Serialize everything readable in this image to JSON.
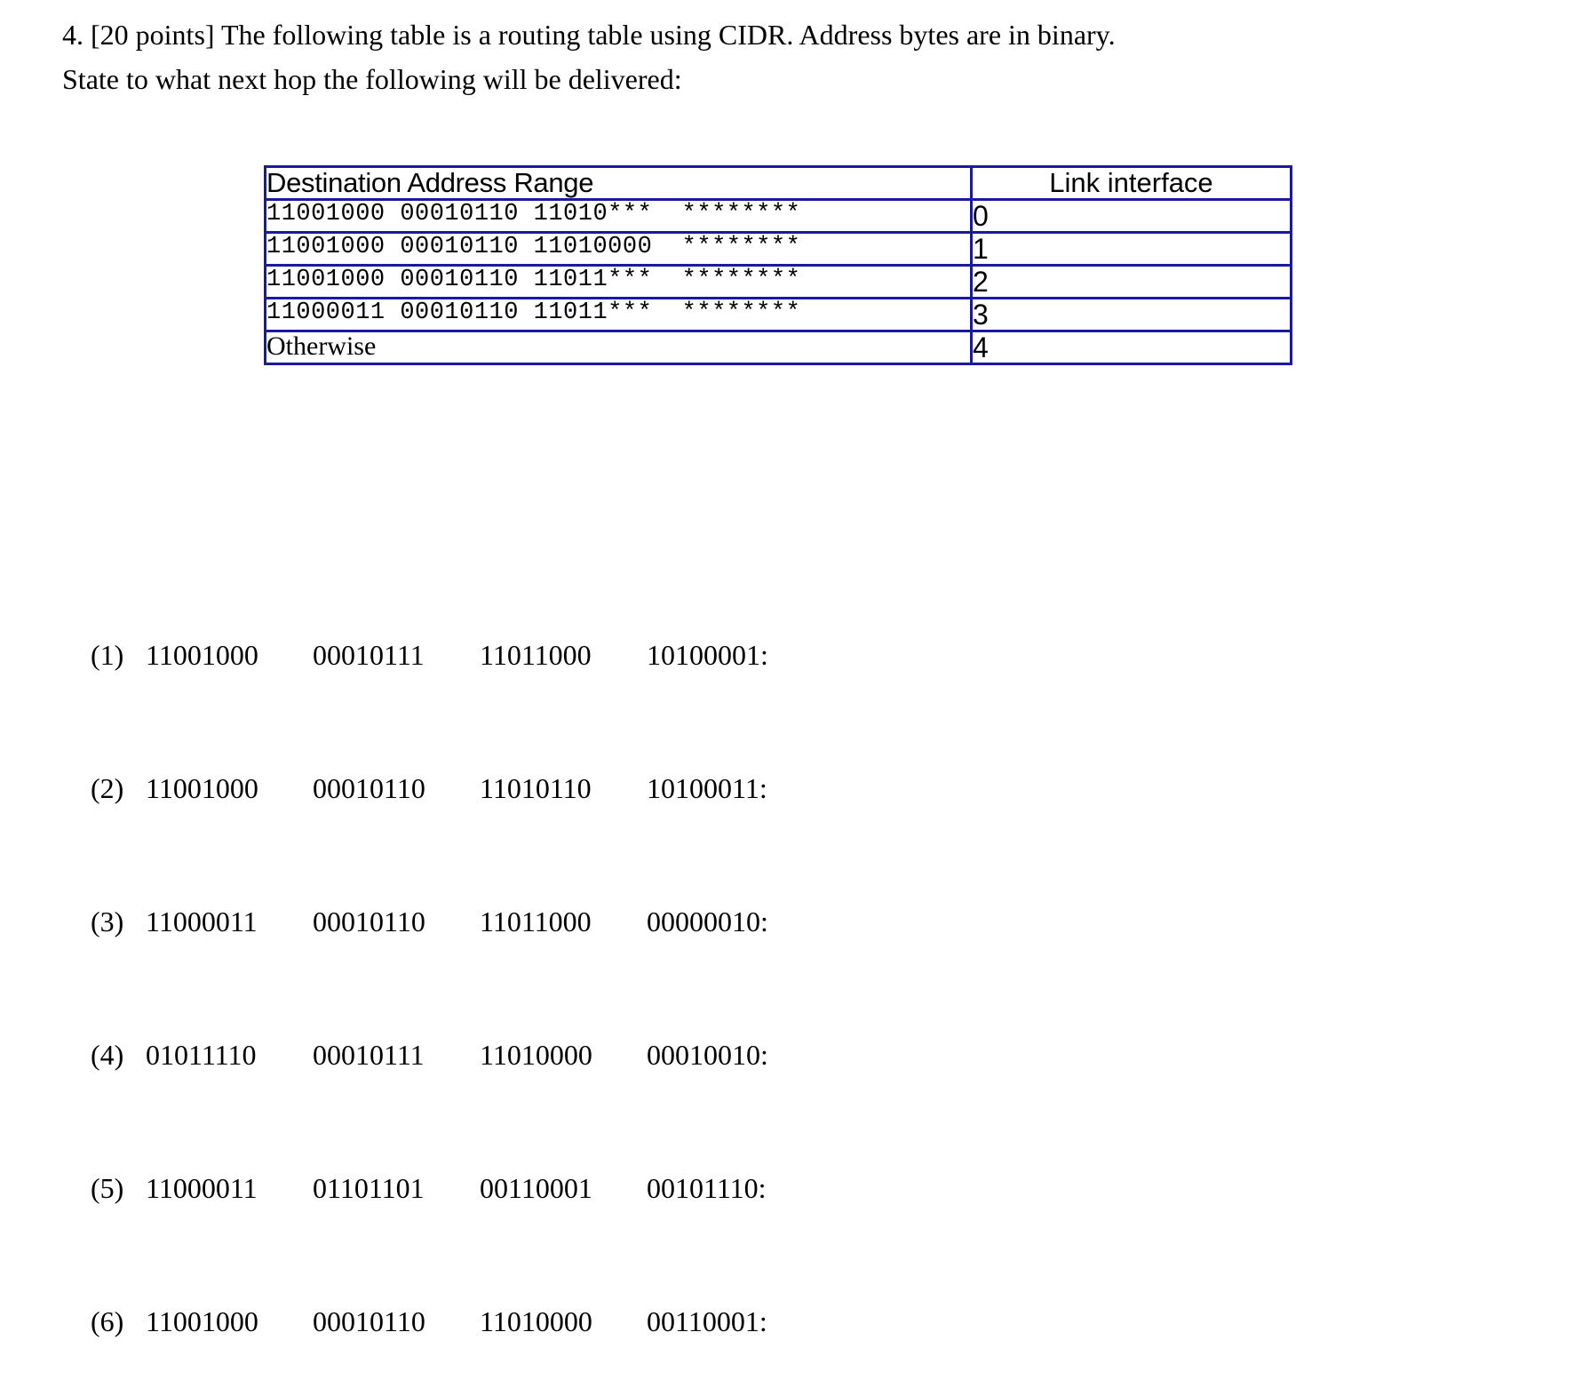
{
  "question": {
    "lines": [
      "4. [20 points] The following table is a routing table using CIDR. Address bytes are in binary.",
      "State to what next hop the following will be delivered:"
    ]
  },
  "routing_table": {
    "headers": {
      "destination": "Destination Address Range",
      "link": "Link interface"
    },
    "rows": [
      {
        "range": "11001000 00010110 11010***  ********",
        "link": "0",
        "type": "binary"
      },
      {
        "range": "11001000 00010110 11010000  ********",
        "link": "1",
        "type": "binary"
      },
      {
        "range": "11001000 00010110 11011***  ********",
        "link": "2",
        "type": "binary"
      },
      {
        "range": "11000011 00010110 11011***  ********",
        "link": "3",
        "type": "binary"
      },
      {
        "range": "Otherwise",
        "link": "4",
        "type": "text"
      }
    ],
    "border_color": "#1a1a9c"
  },
  "address_list": [
    {
      "index": "(1)",
      "b1": "11001000",
      "b2": "00010111",
      "b3": "11011000",
      "b4": "10100001:"
    },
    {
      "index": "(2)",
      "b1": "11001000",
      "b2": "00010110",
      "b3": "11010110",
      "b4": "10100011:"
    },
    {
      "index": "(3)",
      "b1": "11000011",
      "b2": "00010110",
      "b3": "11011000",
      "b4": "00000010:"
    },
    {
      "index": "(4)",
      "b1": "01011110",
      "b2": "00010111",
      "b3": "11010000",
      "b4": "00010010:"
    },
    {
      "index": "(5)",
      "b1": "11000011",
      "b2": "01101101",
      "b3": "00110001",
      "b4": "00101110:"
    },
    {
      "index": "(6)",
      "b1": "11001000",
      "b2": "00010110",
      "b3": "11010000",
      "b4": "00110001:"
    }
  ]
}
